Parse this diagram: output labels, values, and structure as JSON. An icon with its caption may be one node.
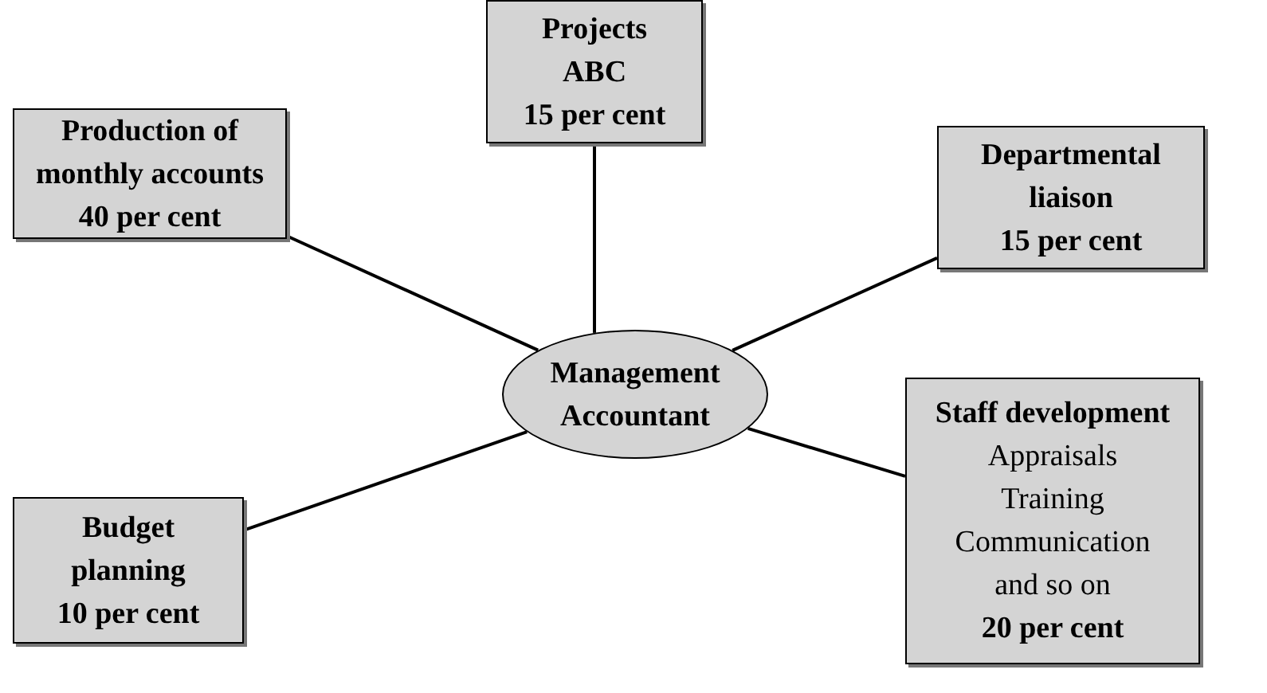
{
  "diagram": {
    "nodes": [
      {
        "text": [
          "Projects ABC",
          "15 per cent"
        ]
      },
      {
        "text": [
          "Production of monthly accounts",
          "40 per cent"
        ]
      },
      {
        "text": [
          "Departmental liaison",
          "15 per cent"
        ]
      },
      {
        "text": [
          "Management Accountant"
        ]
      },
      {
        "text": [
          "Staff development",
          "Appraisals",
          "Training",
          "Communication",
          "and so on",
          "20 per cent"
        ]
      },
      {
        "text": [
          "Budget planning",
          "10 per cent"
        ]
      }
    ],
    "edges": [
      {
        "from": 3,
        "to": 0,
        "arrow": "none"
      },
      {
        "from": 3,
        "to": 1,
        "arrow": "none"
      },
      {
        "from": 3,
        "to": 2,
        "arrow": "none"
      },
      {
        "from": 3,
        "to": 4,
        "arrow": "none"
      },
      {
        "from": 3,
        "to": 5,
        "arrow": "none"
      }
    ]
  }
}
